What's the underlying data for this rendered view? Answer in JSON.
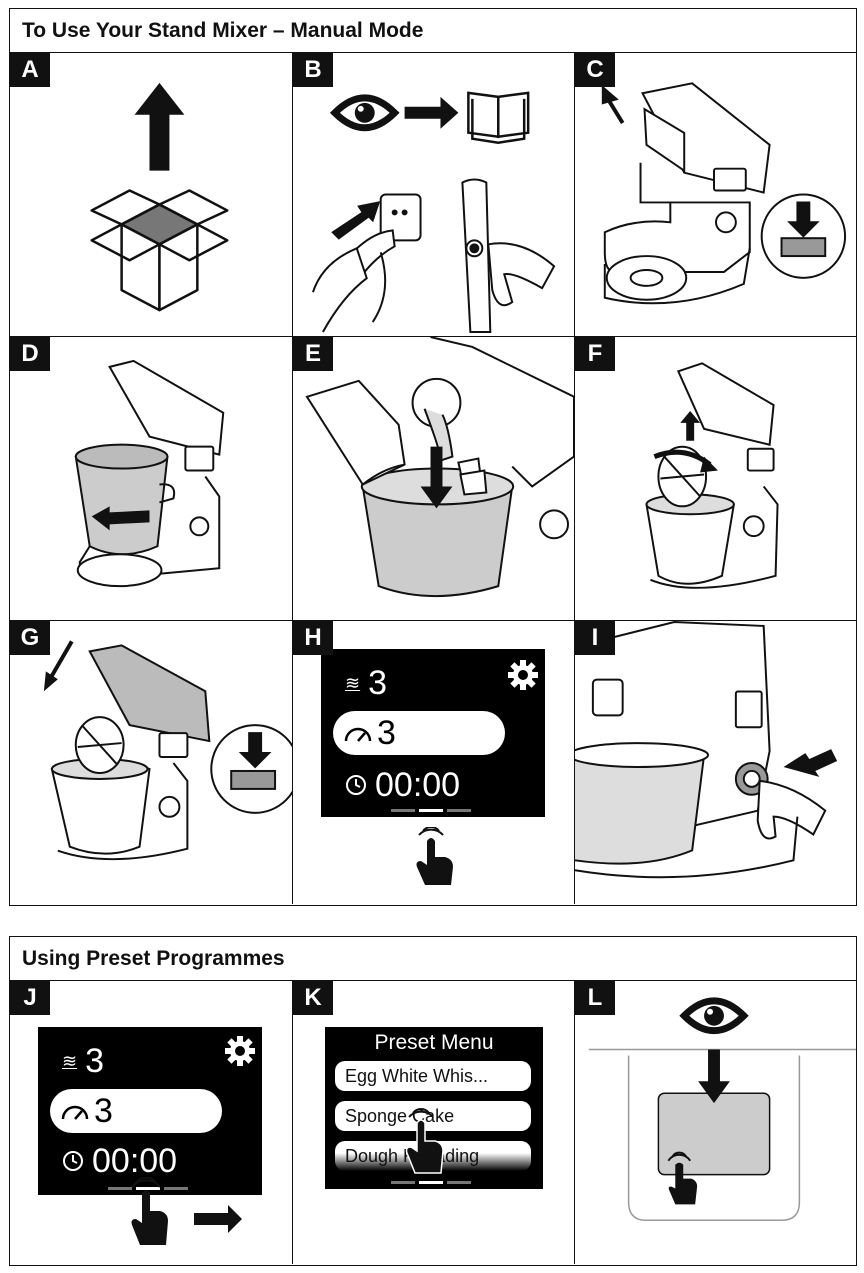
{
  "manual": {
    "title": "To Use Your Stand Mixer – Manual Mode",
    "steps": [
      "A",
      "B",
      "C",
      "D",
      "E",
      "F",
      "G",
      "H",
      "I"
    ],
    "screen_h": {
      "heat_value": "3",
      "speed_value": "3",
      "time_value": "00:00"
    }
  },
  "preset": {
    "title": "Using Preset Programmes",
    "steps": [
      "J",
      "K",
      "L"
    ],
    "screen_j": {
      "heat_value": "3",
      "speed_value": "3",
      "time_value": "00:00"
    },
    "menu": {
      "title": "Preset Menu",
      "items": [
        "Egg White Whis...",
        "Sponge Cake",
        "Dough Kneading"
      ]
    }
  },
  "icons": {
    "heat": "heat-waves-icon",
    "speed": "speedometer-icon",
    "timer": "clock-icon",
    "settings": "gear-icon",
    "touch": "touch-hand-icon",
    "view": "eye-icon",
    "manual": "book-icon"
  }
}
